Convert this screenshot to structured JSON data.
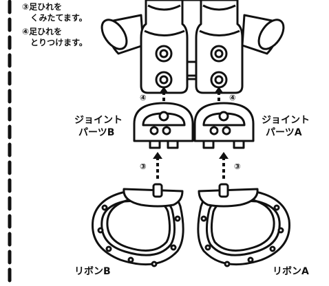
{
  "instructions": {
    "step3_line1": "③足ひれを",
    "step3_line2": "くみたてます。",
    "step4_line1": "④足ひれを",
    "step4_line2": "とりつけます。"
  },
  "labels": {
    "joint_b_line1": "ジョイント",
    "joint_b_line2": "パーツB",
    "joint_a_line1": "ジョイント",
    "joint_a_line2": "パーツA",
    "ribbon_b": "リボンB",
    "ribbon_a": "リボンA",
    "step4_left": "④",
    "step4_right": "④",
    "step3_left": "③",
    "step3_right": "③"
  }
}
